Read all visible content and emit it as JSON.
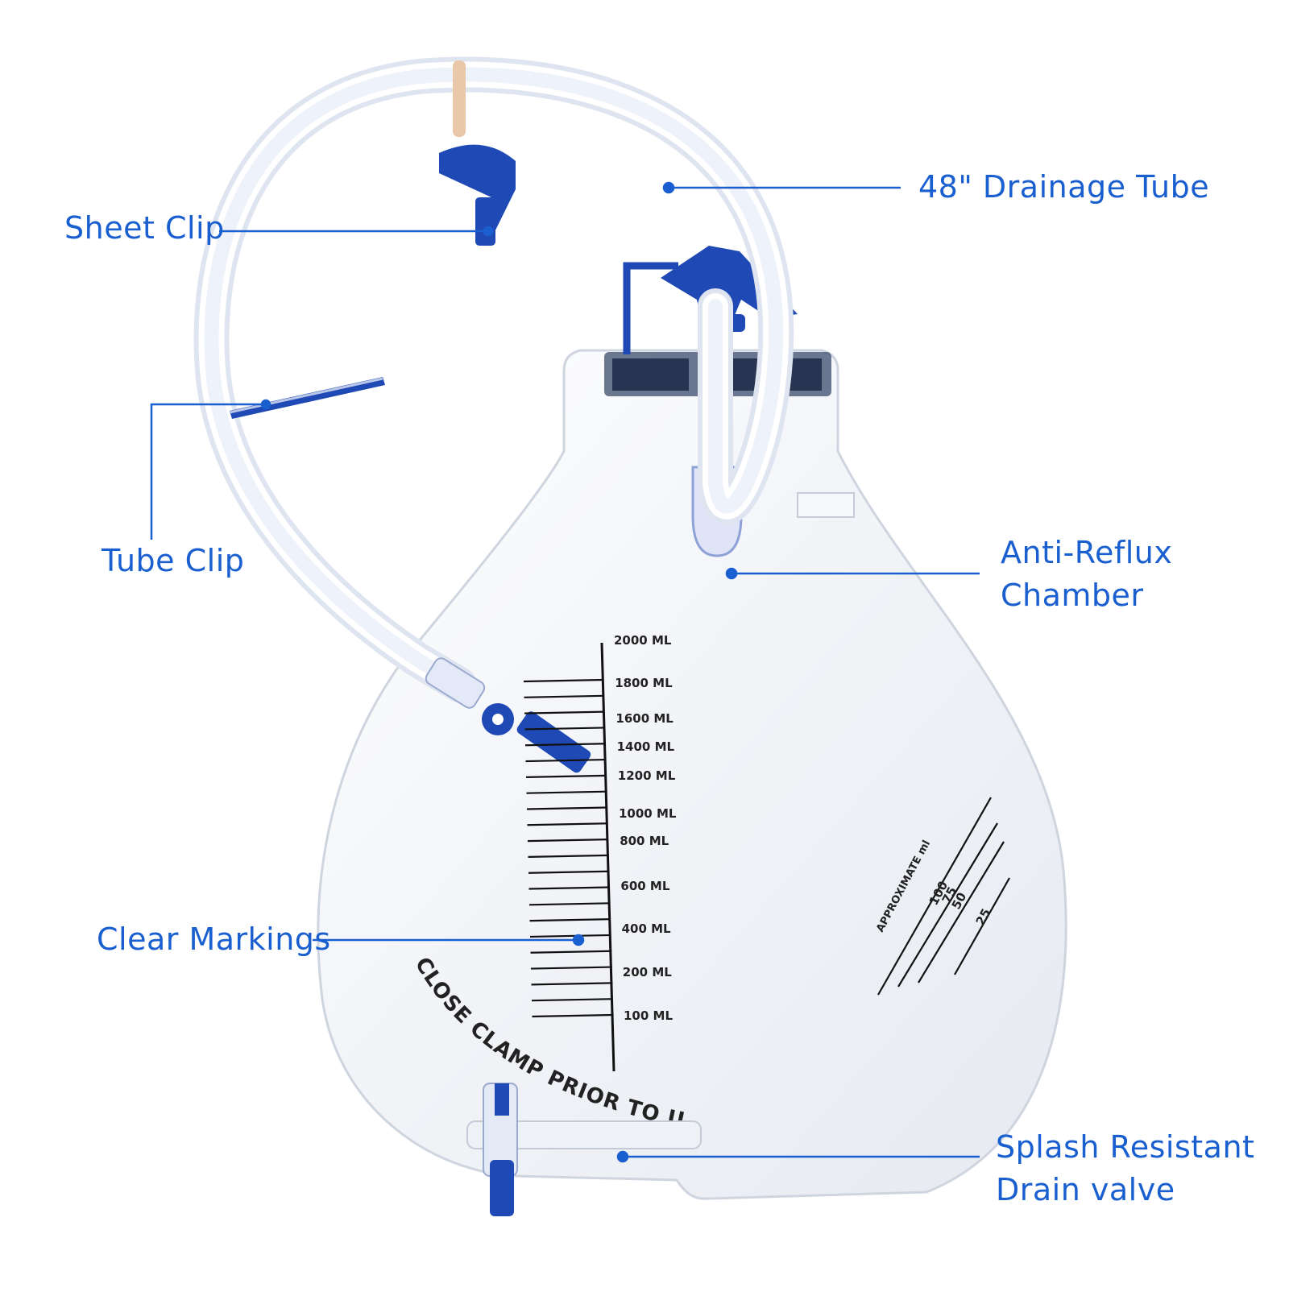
{
  "colors": {
    "accent": "#1a5fd0",
    "plastic_blue": "#1f49b5",
    "bag_fill": "#f3f5f8",
    "tube_fill": "#e7ecf6"
  },
  "callouts": {
    "drainage_tube": "48\" Drainage Tube",
    "sheet_clip": "Sheet Clip",
    "tube_clip": "Tube Clip",
    "anti_reflux": [
      "Anti-Reflux",
      "Chamber"
    ],
    "clear_markings": "Clear Markings",
    "drain_valve": [
      "Splash Resistant",
      "Drain valve"
    ]
  },
  "graduations": [
    "2000 ML",
    "1800 ML",
    "1600 ML",
    "1400 ML",
    "1200 ML",
    "1000 ML",
    "800 ML",
    "600 ML",
    "400 ML",
    "200 ML",
    "100 ML"
  ],
  "approx_scale": {
    "title": "APPROXIMATE ml",
    "labels": [
      "100",
      "75",
      "50",
      "25"
    ]
  },
  "bag_warning": "CLOSE CLAMP PRIOR TO USE",
  "icons": [
    "sheet-clip-icon",
    "tube-clip-icon",
    "drainage-tube-icon",
    "hanger-icon",
    "anti-reflux-chamber-icon",
    "drain-valve-icon",
    "sampling-port-icon"
  ]
}
